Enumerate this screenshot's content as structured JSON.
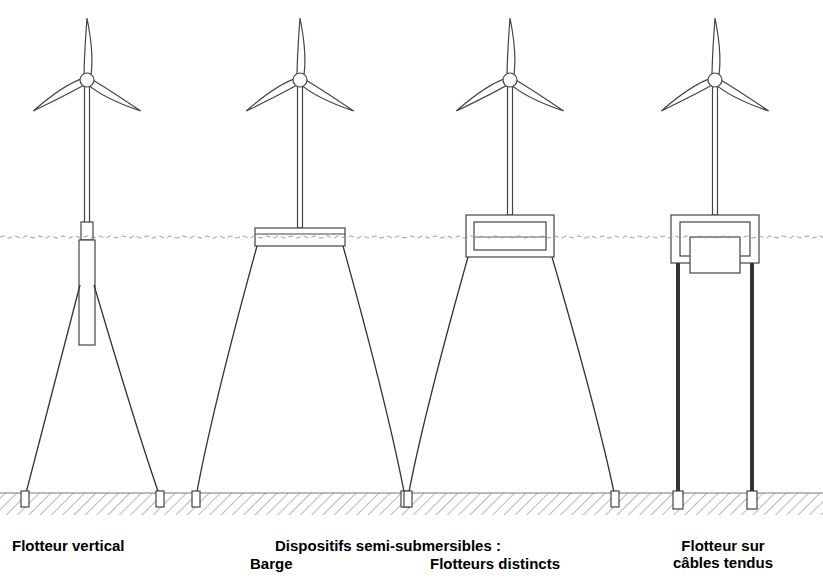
{
  "diagram": {
    "labels": [
      "Flotteur vertical",
      "Dispositifs semi-submersibles :",
      "Barge",
      "Flotteurs distincts",
      "Flotteur sur câbles tendus"
    ]
  }
}
